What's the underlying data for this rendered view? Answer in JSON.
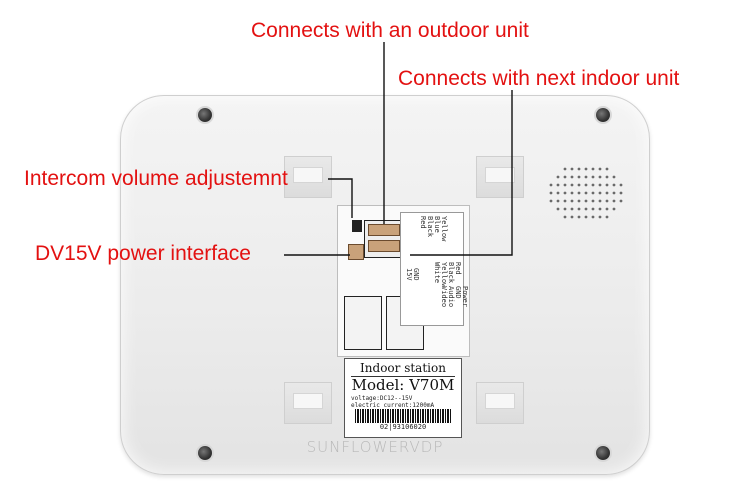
{
  "annotations": {
    "outdoor": "Connects with an outdoor unit",
    "next_indoor": "Connects with next indoor unit",
    "volume": "Intercom volume adjustemnt",
    "power": "DV15V power interface"
  },
  "panel_labels": {
    "left_cols": [
      "Yellow",
      "Blue",
      "Black",
      "Red"
    ],
    "right_cols": [
      "Red",
      "Black",
      "Yellow",
      "White"
    ],
    "right_texts": [
      "Power",
      "GND",
      "Audio",
      "Video"
    ],
    "mid_texts": [
      "GND",
      "15V"
    ]
  },
  "sticker": {
    "title": "Indoor station",
    "model": "Model: V70M",
    "voltage": "voltage:DC12--15V",
    "current": "electric current:1200mA",
    "code": "02|93106020"
  },
  "brand": "SUNFLOWERVDP",
  "colors": {
    "annotation": "#e31111",
    "device": "#ececec"
  }
}
